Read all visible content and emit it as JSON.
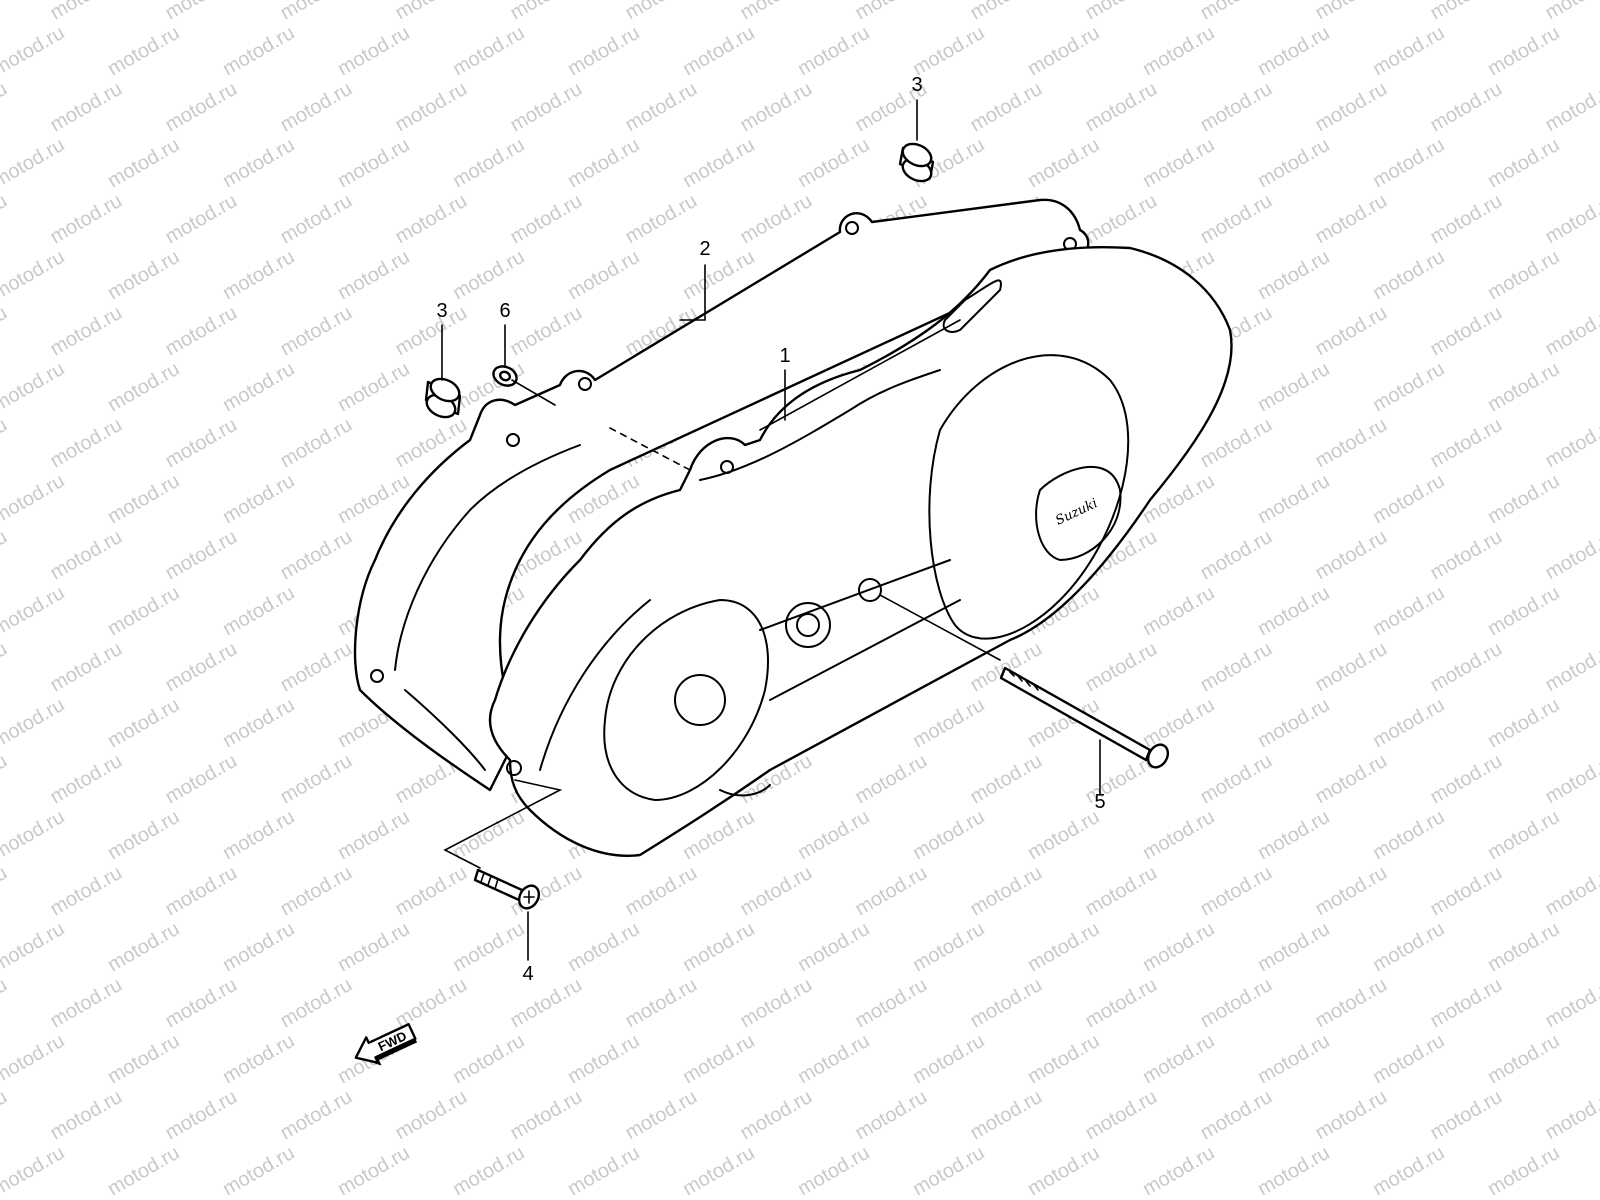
{
  "watermark": {
    "text": "motod.ru",
    "color": "#c9c9c9"
  },
  "diagram": {
    "callouts": [
      {
        "id": "label-1",
        "label": "1"
      },
      {
        "id": "label-2",
        "label": "2"
      },
      {
        "id": "label-3-top",
        "label": "3"
      },
      {
        "id": "label-3-left",
        "label": "3"
      },
      {
        "id": "label-4",
        "label": "4"
      },
      {
        "id": "label-5",
        "label": "5"
      },
      {
        "id": "label-6",
        "label": "6"
      }
    ],
    "cover_logo": "Suzuki",
    "direction_arrow": {
      "label": "FWD"
    }
  }
}
